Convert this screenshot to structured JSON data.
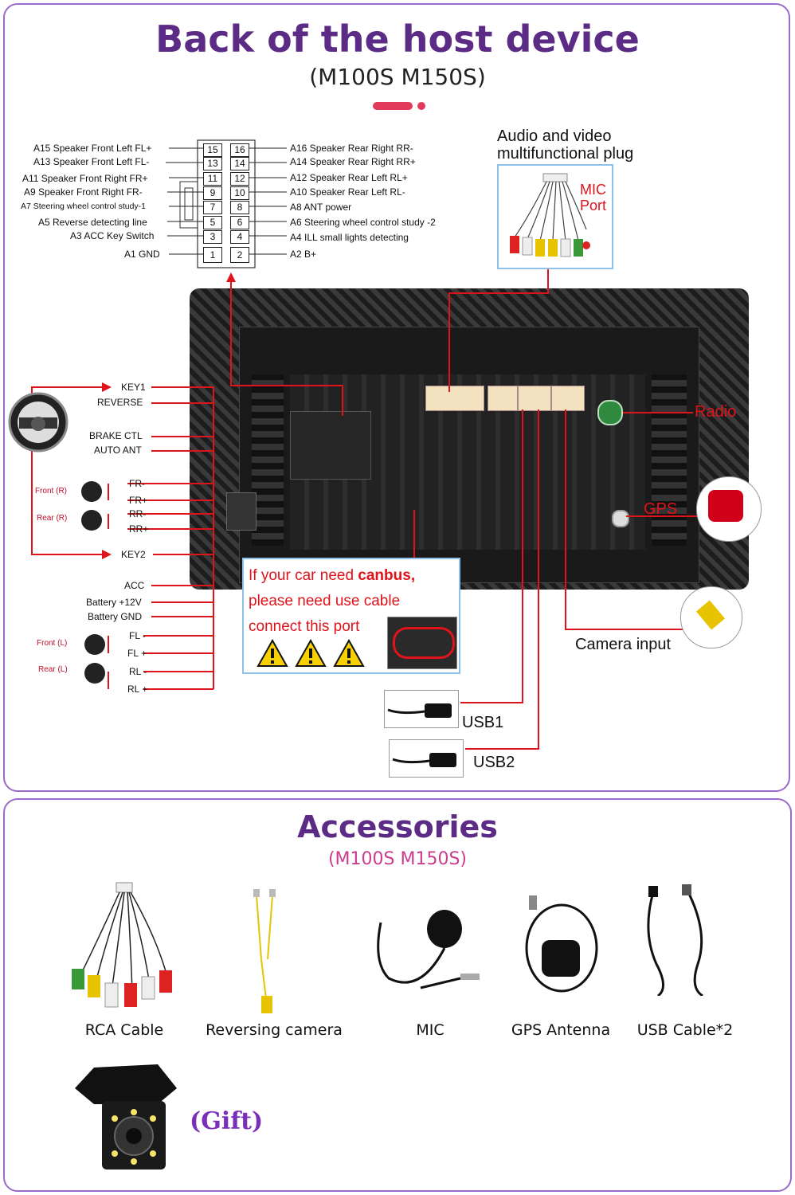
{
  "header": {
    "title": "Back of the host device",
    "models": "(M100S  M150S)"
  },
  "pins_left": [
    {
      "label": "A15  Speaker Front Left FL+",
      "pin": "15"
    },
    {
      "label": "A13  Speaker Front Left FL-",
      "pin": "13"
    },
    {
      "label": "A11  Speaker Front Right FR+",
      "pin": "11"
    },
    {
      "label": "A9   Speaker Front Right FR-",
      "pin": "9"
    },
    {
      "label": "A7  Steering wheel control study-1",
      "pin": "7"
    },
    {
      "label": "A5  Reverse detecting line",
      "pin": "5"
    },
    {
      "label": "A3 ACC Key Switch",
      "pin": "3"
    },
    {
      "label": "A1 GND",
      "pin": "1"
    }
  ],
  "pins_right": [
    {
      "label": "A16 Speaker Rear Right RR-",
      "pin": "16"
    },
    {
      "label": "A14 Speaker Rear Right RR+",
      "pin": "14"
    },
    {
      "label": "A12 Speaker Rear Left RL+",
      "pin": "12"
    },
    {
      "label": "A10 Speaker Rear Left RL-",
      "pin": "10"
    },
    {
      "label": "A8   ANT power",
      "pin": "8"
    },
    {
      "label": "A6   Steering wheel control study -2",
      "pin": "6"
    },
    {
      "label": "A4   ILL small lights detecting",
      "pin": "4"
    },
    {
      "label": "A2   B+",
      "pin": "2"
    }
  ],
  "av_plug": {
    "title_line1": "Audio and video",
    "title_line2": "multifunctional plug",
    "mic_line1": "MIC",
    "mic_line2": "Port"
  },
  "wires_left": {
    "key1": "KEY1",
    "reverse": "REVERSE",
    "brake": "BRAKE CTL",
    "auto_ant": "AUTO ANT",
    "front_r": "Front (R)",
    "rear_r": "Rear (R)",
    "fr_minus": "FR-",
    "fr_plus": "FR+",
    "rr_minus": "RR-",
    "rr_plus": "RR+",
    "key2": "KEY2",
    "acc": "ACC",
    "battery": "Battery +12V",
    "battery_gnd": "Battery GND",
    "front_l": "Front (L)",
    "rear_l": "Rear (L)",
    "fl_minus": "FL -",
    "fl_plus": "FL +",
    "rl_minus": "RL -",
    "rl_plus": "RL +"
  },
  "right_labels": {
    "radio": "Radio",
    "gps": "GPS",
    "camera": "Camera input",
    "usb1": "USB1",
    "usb2": "USB2"
  },
  "canbus": {
    "line1_pre": "If your car need ",
    "line1_bold": "canbus,",
    "line2": "please need use cable",
    "line3": "connect this port"
  },
  "accessories": {
    "title": "Accessories",
    "models": "(M100S M150S)",
    "items": [
      "RCA Cable",
      "Reversing  camera",
      "MIC",
      "GPS Antenna",
      "USB Cable*2"
    ],
    "gift": "(Gift)"
  },
  "colors": {
    "accent": "#5b2b86",
    "wire": "#e0131a",
    "panel_border": "#9b6bc9",
    "pink_bar": "#e23a5b"
  }
}
